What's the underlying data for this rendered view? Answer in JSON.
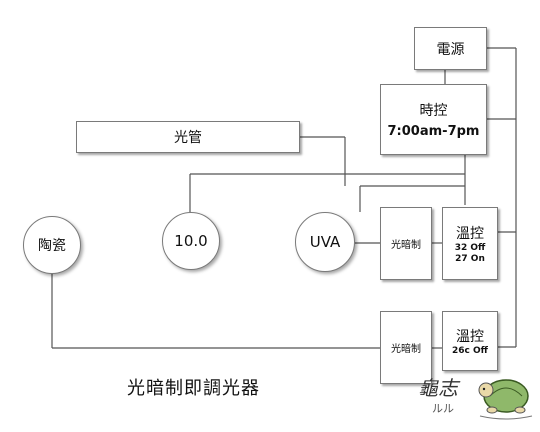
{
  "power": {
    "label": "電源"
  },
  "timer": {
    "label": "時控",
    "schedule": "7:00am-7pm"
  },
  "tube": {
    "label": "光管"
  },
  "lamps": [
    {
      "label": "陶瓷"
    },
    {
      "label": "10.0"
    },
    {
      "label": "UVA"
    }
  ],
  "dimmer_upper": {
    "label": "光暗制"
  },
  "dimmer_lower": {
    "label": "光暗制"
  },
  "thermo_upper": {
    "label": "溫控",
    "line1": "32 Off",
    "line2": "27 On"
  },
  "thermo_lower": {
    "label": "溫控",
    "line1": "26c Off"
  },
  "caption": "光暗制即調光器",
  "signature": "龜志",
  "signature_sub": "ルル"
}
